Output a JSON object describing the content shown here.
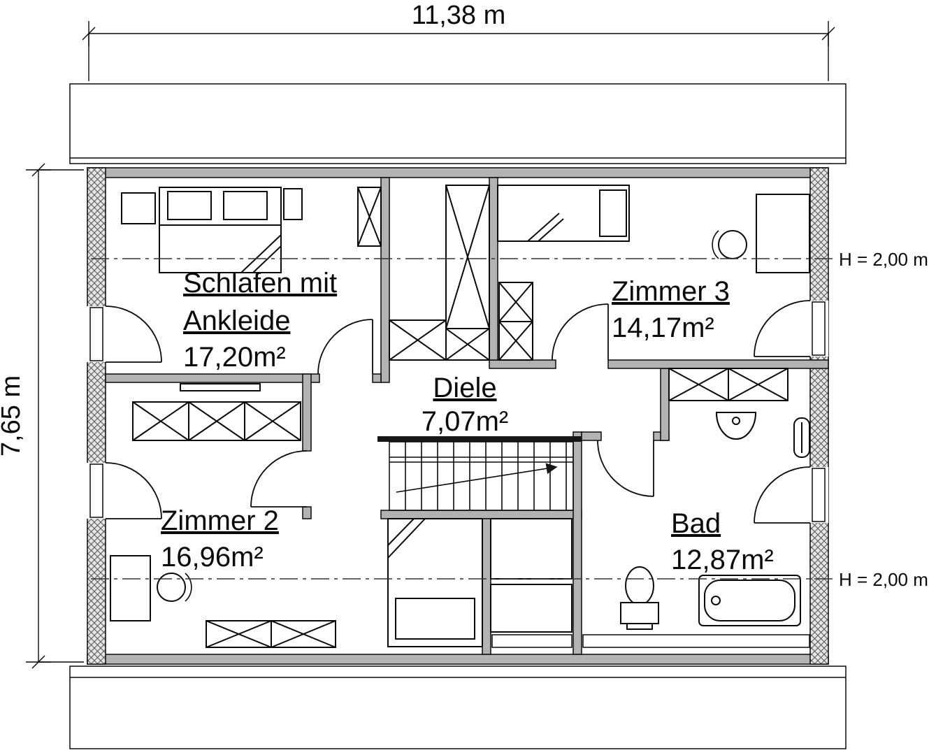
{
  "dimensions": {
    "width_label": "11,38 m",
    "height_label": "7,65 m"
  },
  "height_markers": {
    "upper": "H = 2,00 m",
    "lower": "H = 2,00 m"
  },
  "rooms": {
    "schlafen": {
      "name_line1": "Schlafen mit",
      "name_line2": "Ankleide",
      "area": "17,20m²"
    },
    "zimmer3": {
      "name": "Zimmer 3",
      "area": "14,17m²"
    },
    "diele": {
      "name": "Diele",
      "area": "7,07m²"
    },
    "zimmer2": {
      "name": "Zimmer 2",
      "area": "16,96m²"
    },
    "bad": {
      "name": "Bad",
      "area": "12,87m²"
    }
  },
  "colors": {
    "wall_fill": "#b3b3b3",
    "line": "#0a0a0a",
    "background": "#ffffff"
  }
}
